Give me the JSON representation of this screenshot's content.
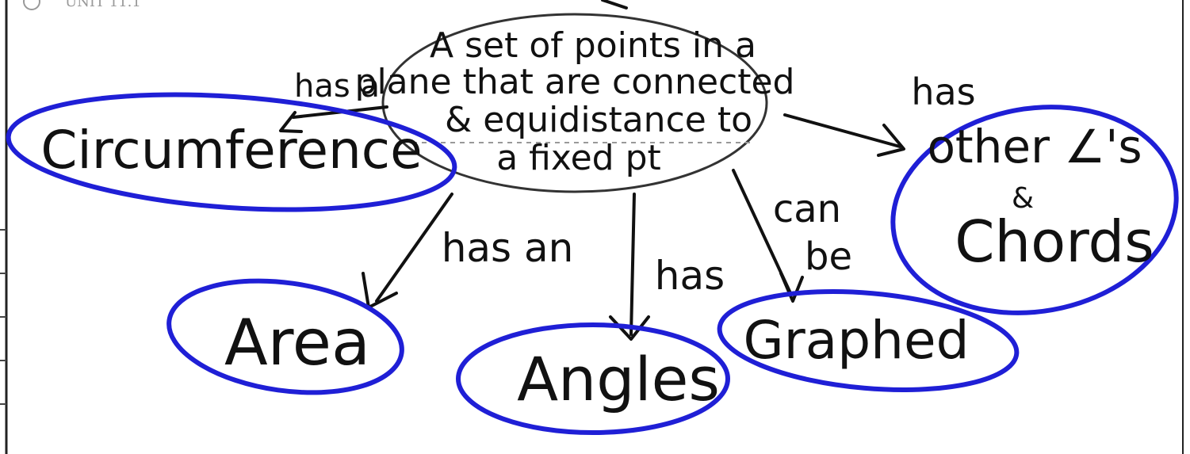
{
  "header_fragment": "UNIT 11.1",
  "center": {
    "lines": [
      "A set of points in a",
      "plane that are connected",
      "& equidistance to",
      "a fixed pt"
    ]
  },
  "nodes": {
    "circumference": "Circumference",
    "area": "Area",
    "angles": "Angles",
    "graphed": "Graphed",
    "other_line1": "other ∠'s",
    "other_line2": "&",
    "other_line3": "Chords"
  },
  "edges": {
    "circumference": "has a",
    "area": "has an",
    "angles": "has",
    "graphed_line1": "can",
    "graphed_line2": "be",
    "other": "has"
  },
  "colors": {
    "ink": "#111111",
    "highlight": "#1f1fd6"
  }
}
